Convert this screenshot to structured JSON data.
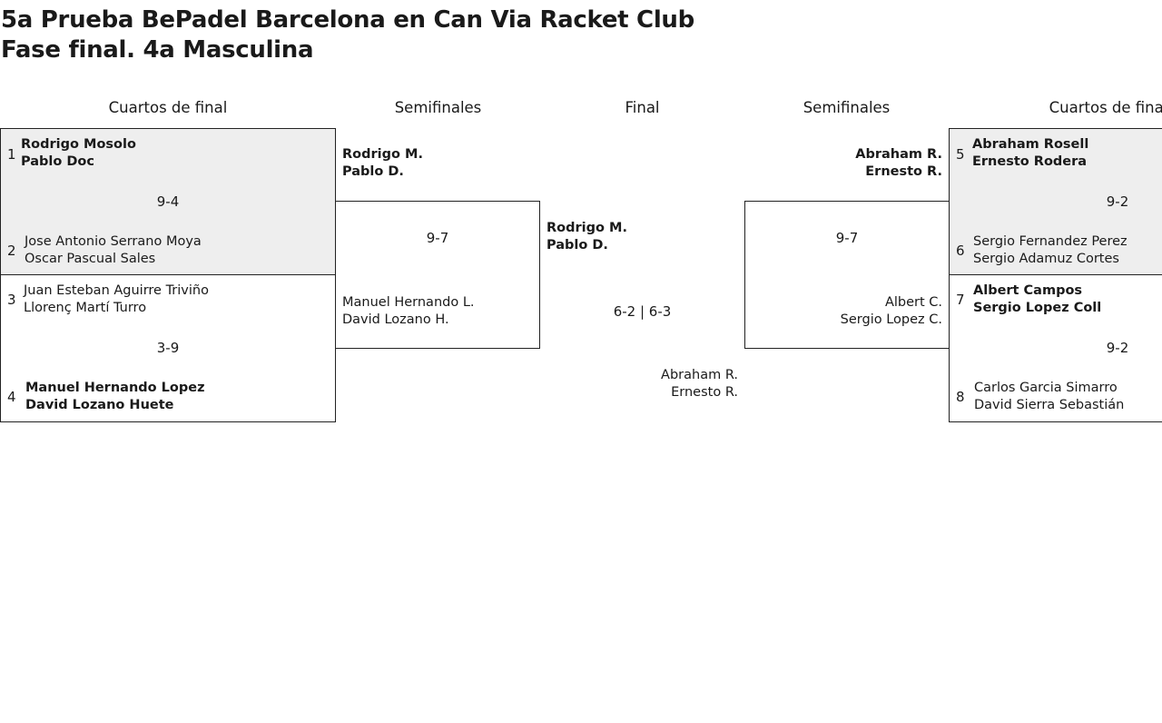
{
  "title": {
    "line1": "5a Prueba BePadel Barcelona en Can Via Racket Club",
    "line2": "Fase final. 4a Masculina"
  },
  "headers": {
    "left_quarters": "Cuartos de final",
    "left_semis": "Semifinales",
    "final": "Final",
    "right_semis": "Semifinales",
    "right_quarters": "Cuartos de final"
  },
  "left_quarters": [
    {
      "top": {
        "seed": "1",
        "p1": "Rodrigo Mosolo",
        "p2": "Pablo Doc"
      },
      "score": "9-4",
      "bottom": {
        "seed": "2",
        "p1": "Jose Antonio Serrano Moya",
        "p2": "Oscar Pascual Sales"
      }
    },
    {
      "top": {
        "seed": "3",
        "p1": "Juan Esteban Aguirre Triviño",
        "p2": "Llorenç Martí Turro"
      },
      "score": "3-9",
      "bottom": {
        "seed": "4",
        "p1": "Manuel Hernando Lopez",
        "p2": "David Lozano Huete"
      }
    }
  ],
  "left_semi": {
    "top": {
      "p1": "Rodrigo M.",
      "p2": "Pablo D."
    },
    "score": "9-7",
    "bottom": {
      "p1": "Manuel Hernando L.",
      "p2": "David Lozano H."
    }
  },
  "final": {
    "top": {
      "p1": "Rodrigo M.",
      "p2": "Pablo D."
    },
    "score": "6-2 | 6-3",
    "bottom": {
      "p1": "Abraham R.",
      "p2": "Ernesto R."
    }
  },
  "right_semi": {
    "top": {
      "p1": "Abraham R.",
      "p2": "Ernesto R."
    },
    "score": "9-7",
    "bottom": {
      "p1": "Albert C.",
      "p2": "Sergio Lopez C."
    }
  },
  "right_quarters": [
    {
      "top": {
        "seed": "5",
        "p1": "Abraham Rosell",
        "p2": "Ernesto Rodera"
      },
      "score": "9-2",
      "bottom": {
        "seed": "6",
        "p1": "Sergio Fernandez Perez",
        "p2": "Sergio Adamuz Cortes"
      }
    },
    {
      "top": {
        "seed": "7",
        "p1": "Albert Campos",
        "p2": "Sergio Lopez Coll"
      },
      "score": "9-2",
      "bottom": {
        "seed": "8",
        "p1": "Carlos Garcia Simarro",
        "p2": "David Sierra Sebastián"
      }
    }
  ]
}
